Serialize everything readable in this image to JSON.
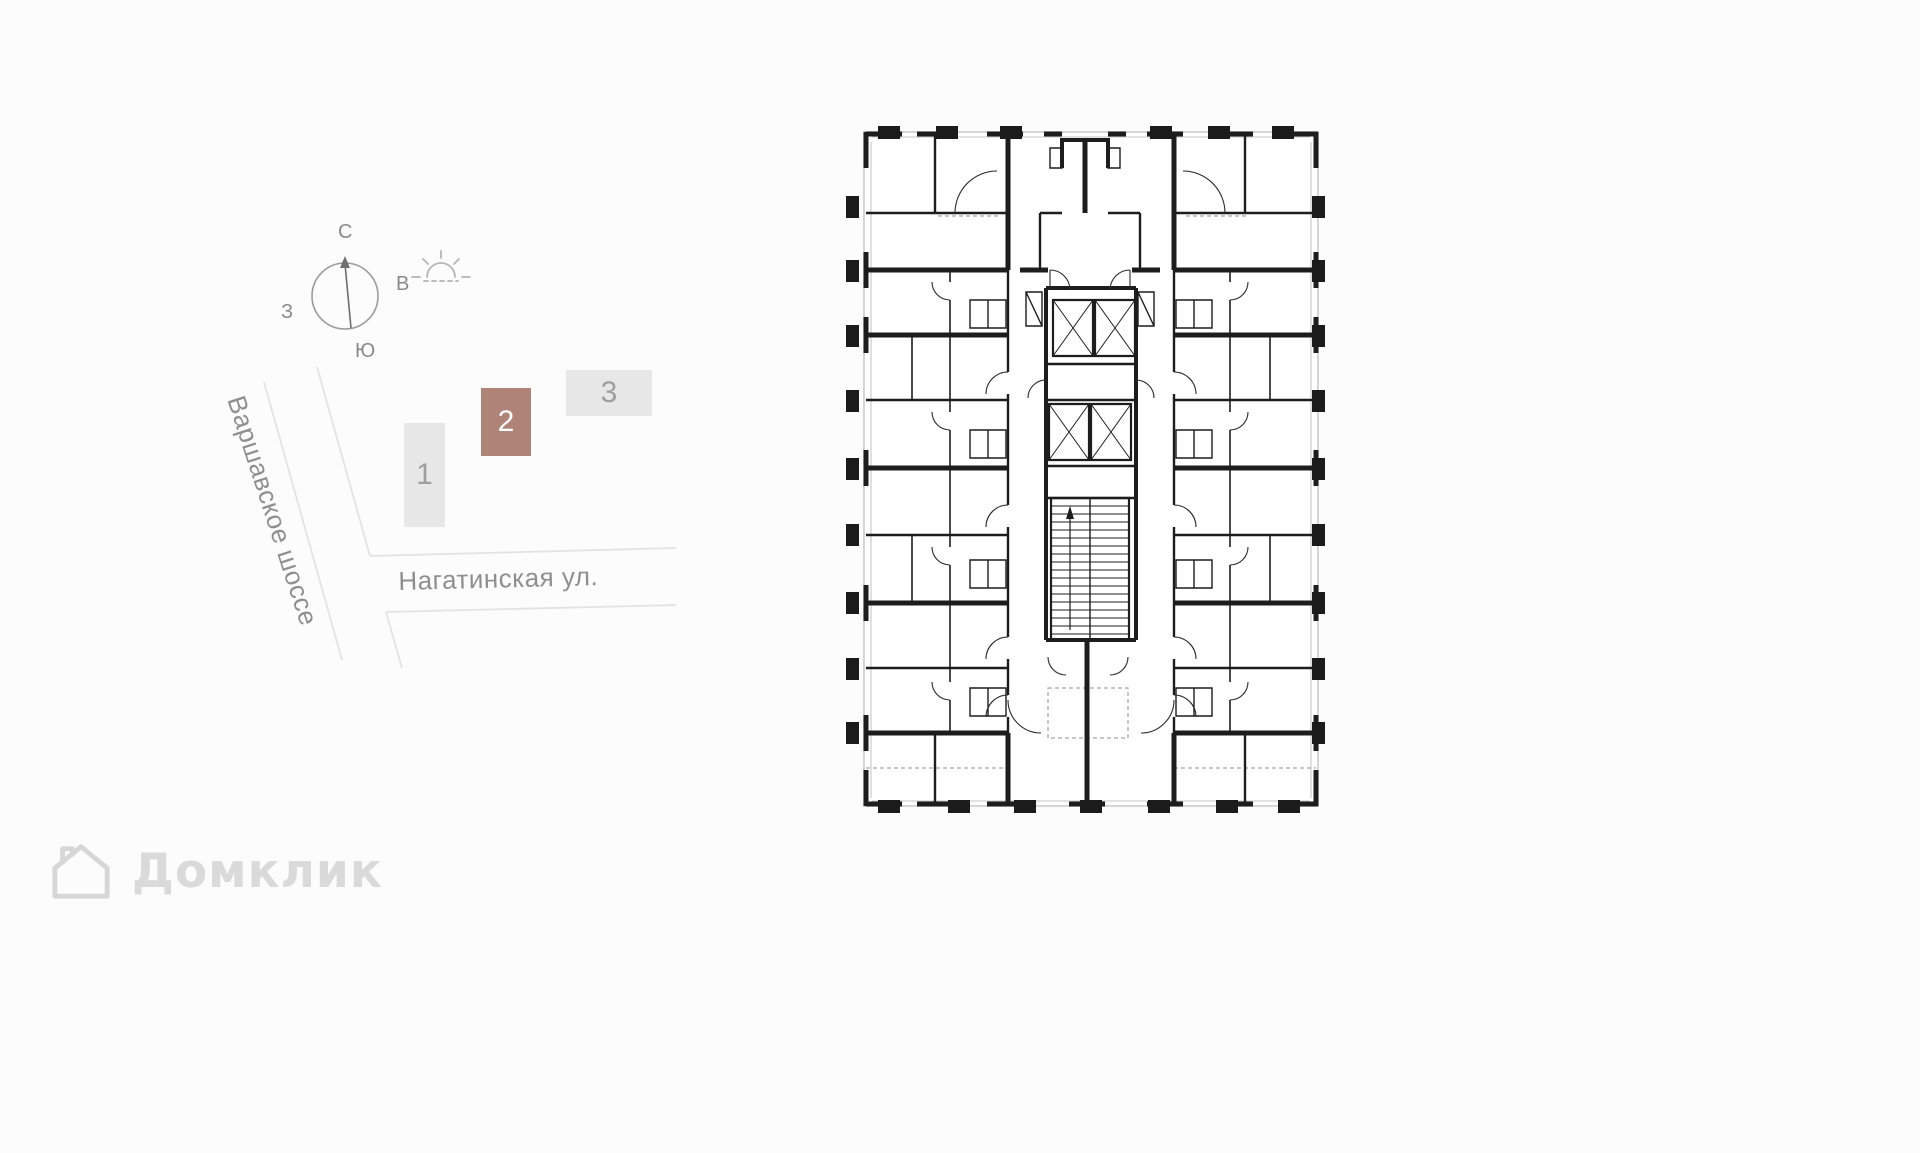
{
  "palette": {
    "background": "#fcfcfc",
    "wall": "#1d1d1d",
    "slab_outline": "#c8c8c8",
    "road_line": "#e3e3e3",
    "street_text": "#8f8f8f",
    "building_default_fill": "#e7e7e7",
    "building_default_text": "#9e9e9e",
    "building_selected_fill": "#b08379",
    "building_selected_text": "#ffffff",
    "watermark_text": "#dadada"
  },
  "minimap": {
    "compass": {
      "north": "С",
      "east": "В",
      "west": "З",
      "south": "Ю"
    },
    "streets": {
      "diagonal": "Варшавское шоссе",
      "horizontal": "Нагатинская ул."
    },
    "buildings": [
      {
        "label": "1",
        "selected": false
      },
      {
        "label": "2",
        "selected": true
      },
      {
        "label": "3",
        "selected": false
      }
    ]
  },
  "watermark": {
    "text": "Домклик"
  }
}
